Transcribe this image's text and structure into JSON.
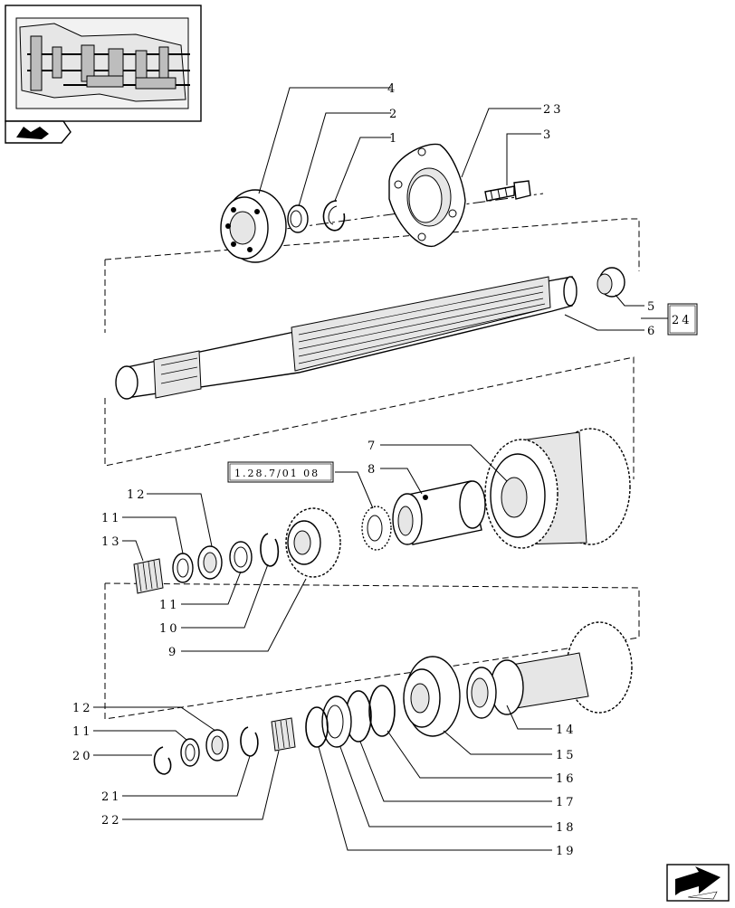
{
  "callouts": {
    "c1": "1",
    "c2": "2",
    "c3": "3",
    "c4": "4",
    "c5": "5",
    "c6": "6",
    "c7": "7",
    "c8": "8",
    "c9": "9",
    "c10": "10",
    "c11a": "11",
    "c11b": "11",
    "c11c": "11",
    "c12a": "12",
    "c12b": "12",
    "c13": "13",
    "c14": "14",
    "c15": "15",
    "c16": "16",
    "c17": "17",
    "c18": "18",
    "c19": "19",
    "c20": "20",
    "c21": "21",
    "c22": "22",
    "c23": "23",
    "c24": "24"
  },
  "reference_box": "1.28.7/01 08",
  "icons": {
    "thumbnail": "transmission-section-thumbnail",
    "section_badge": "section-arrow-icon",
    "nav_arrow": "navigation-arrow-icon"
  }
}
